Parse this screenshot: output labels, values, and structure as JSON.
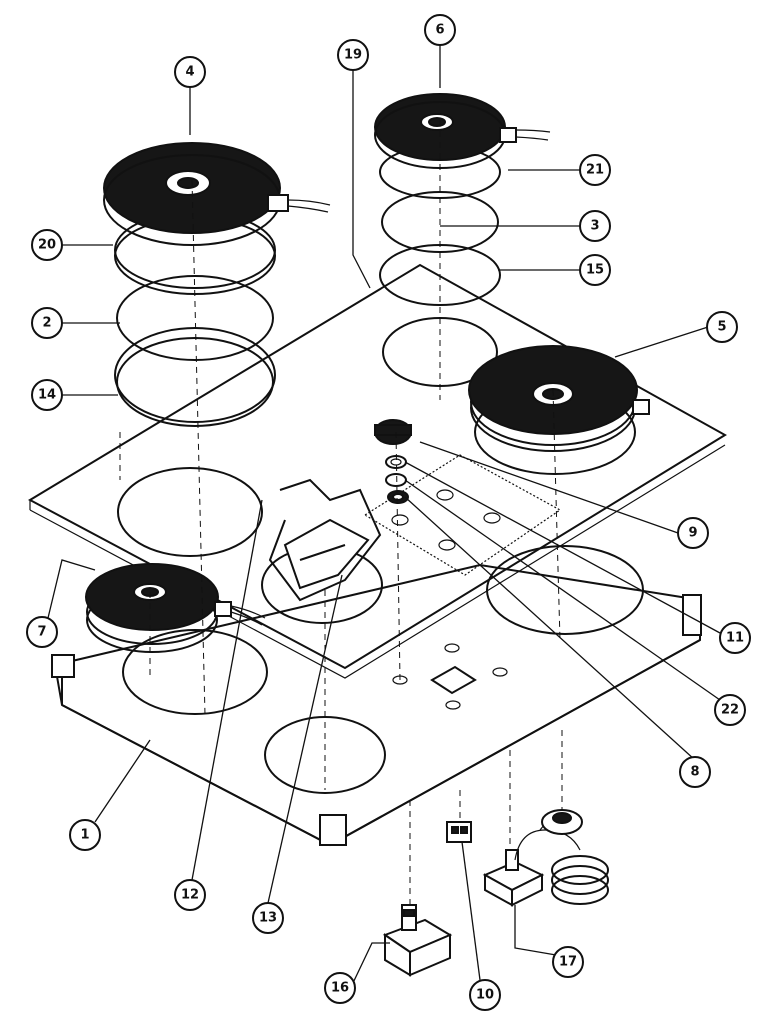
{
  "callouts": [
    {
      "id": "4",
      "label": "4"
    },
    {
      "id": "19",
      "label": "19"
    },
    {
      "id": "6",
      "label": "6"
    },
    {
      "id": "21",
      "label": "21"
    },
    {
      "id": "20",
      "label": "20"
    },
    {
      "id": "3",
      "label": "3"
    },
    {
      "id": "15",
      "label": "15"
    },
    {
      "id": "2",
      "label": "2"
    },
    {
      "id": "5",
      "label": "5"
    },
    {
      "id": "14",
      "label": "14"
    },
    {
      "id": "9",
      "label": "9"
    },
    {
      "id": "7",
      "label": "7"
    },
    {
      "id": "11",
      "label": "11"
    },
    {
      "id": "22",
      "label": "22"
    },
    {
      "id": "8",
      "label": "8"
    },
    {
      "id": "1",
      "label": "1"
    },
    {
      "id": "12",
      "label": "12"
    },
    {
      "id": "13",
      "label": "13"
    },
    {
      "id": "17",
      "label": "17"
    },
    {
      "id": "16",
      "label": "16"
    },
    {
      "id": "10",
      "label": "10"
    }
  ]
}
